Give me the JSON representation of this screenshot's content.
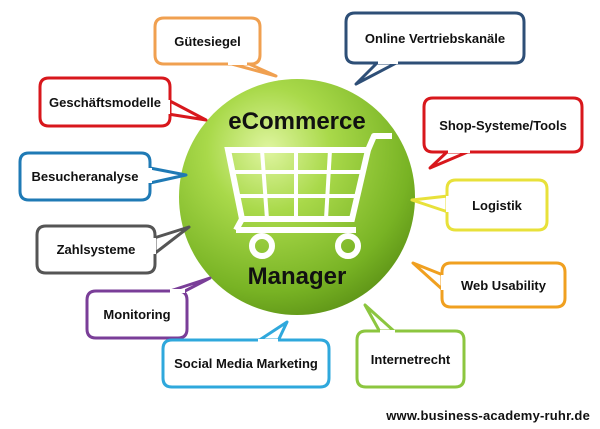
{
  "center": {
    "title": "eCommerce",
    "subtitle": "Manager",
    "icon": "shopping-cart-icon",
    "color": "#8cc63f"
  },
  "topics": [
    {
      "label": "Gütesiegel",
      "color": "#f0a050"
    },
    {
      "label": "Online Vertriebskanäle",
      "color": "#2e4f77"
    },
    {
      "label": "Geschäftsmodelle",
      "color": "#d8171c"
    },
    {
      "label": "Shop-Systeme/Tools",
      "color": "#d8171c"
    },
    {
      "label": "Besucheranalyse",
      "color": "#1f7ab5"
    },
    {
      "label": "Logistik",
      "color": "#e8e13a"
    },
    {
      "label": "Zahlsysteme",
      "color": "#555555"
    },
    {
      "label": "Web Usability",
      "color": "#f0a020"
    },
    {
      "label": "Monitoring",
      "color": "#7a3e98"
    },
    {
      "label": "Internetrecht",
      "color": "#8cc63f"
    },
    {
      "label": "Social Media Marketing",
      "color": "#2fa8dc"
    }
  ],
  "footer": {
    "url": "www.business-academy-ruhr.de"
  }
}
